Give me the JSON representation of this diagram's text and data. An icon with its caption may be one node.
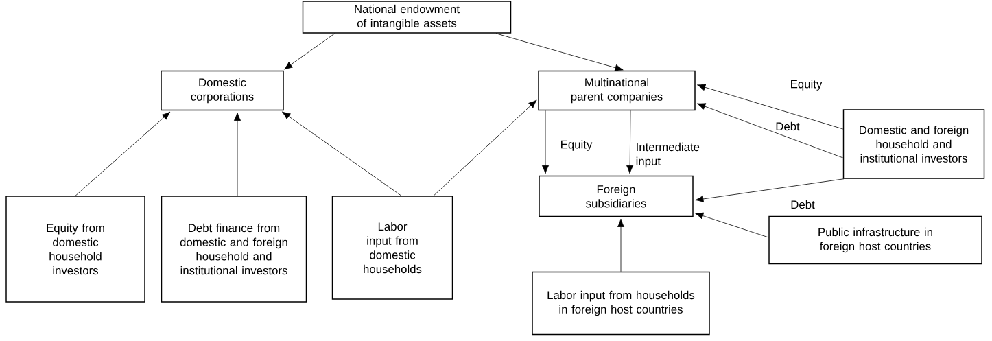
{
  "diagram": {
    "nodes": [
      {
        "text": [
          "National endowment of intangible assets"
        ]
      },
      {
        "text": [
          "Domestic corporations"
        ]
      },
      {
        "text": [
          "Multinational parent companies"
        ]
      },
      {
        "text": [
          "Domestic and foreign household and institutional investors"
        ]
      },
      {
        "text": [
          "Foreign subsidiaries"
        ]
      },
      {
        "text": [
          "Equity from domestic household investors"
        ]
      },
      {
        "text": [
          "Debt finance from domestic and foreign household and institutional investors"
        ]
      },
      {
        "text": [
          "Labor input from domestic households"
        ]
      },
      {
        "text": [
          "Public infrastructure in foreign host countries"
        ]
      },
      {
        "text": [
          "Labor input from households in foreign host countries"
        ]
      }
    ],
    "edges": [
      {
        "from": 0,
        "to": 1,
        "arrow": "to"
      },
      {
        "from": 0,
        "to": 2,
        "arrow": "to"
      },
      {
        "from": 5,
        "to": 1,
        "arrow": "to"
      },
      {
        "from": 6,
        "to": 1,
        "arrow": "to"
      },
      {
        "from": 7,
        "to": 1,
        "arrow": "to"
      },
      {
        "from": 7,
        "to": 2,
        "arrow": "to"
      },
      {
        "from": 3,
        "to": 2,
        "arrow": "to",
        "label": "Equity"
      },
      {
        "from": 3,
        "to": 2,
        "arrow": "to",
        "label": "Debt"
      },
      {
        "from": 2,
        "to": 4,
        "arrow": "to",
        "label": "Equity"
      },
      {
        "from": 2,
        "to": 4,
        "arrow": "to",
        "label": "Intermediate input"
      },
      {
        "from": 3,
        "to": 4,
        "arrow": "to",
        "label": "Debt"
      },
      {
        "from": 8,
        "to": 4,
        "arrow": "to"
      },
      {
        "from": 9,
        "to": 4,
        "arrow": "to"
      }
    ]
  }
}
